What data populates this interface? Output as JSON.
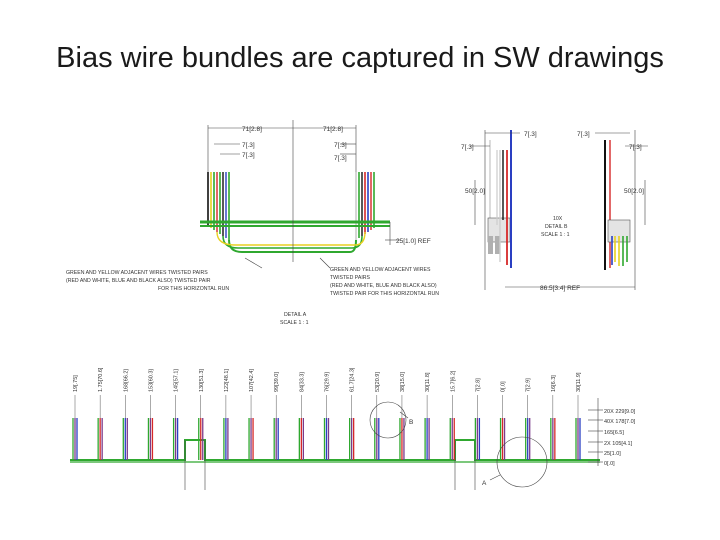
{
  "slide": {
    "title": "Bias wire bundles are captured in SW drawings"
  },
  "detail_a": {
    "top_dims": [
      "71[2.8]",
      "71[2.8]"
    ],
    "left_dims": [
      "7[.3]",
      "7[.3]"
    ],
    "center_dims": [
      "7[.3]",
      "7[.3]"
    ],
    "ref_dim": "25[1.0] REF",
    "note_left": [
      "GREEN AND YELLOW ADJACENT WIRES TWISTED PAIRS",
      "(RED AND WHITE, BLUE AND BLACK ALSO) TWISTED PAIR",
      "FOR THIS HORIZONTAL RUN"
    ],
    "note_right": [
      "GREEN AND YELLOW ADJACENT WIRES",
      "TWISTED PAIRS",
      "(RED AND WHITE, BLUE AND BLACK ALSO)",
      "TWISTED PAIR FOR THIS HORIZONTAL RUN"
    ],
    "caption": [
      "DETAIL A",
      "SCALE 1 : 1"
    ]
  },
  "detail_b": {
    "top_dims": [
      "7[.3]",
      "7[.3]"
    ],
    "side_dims": [
      "7[.3]",
      "7[.3]"
    ],
    "height_dims": [
      "50[2.0]",
      "50[2.0]"
    ],
    "caption": [
      "10X",
      "DETAIL B",
      "SCALE 1 : 1"
    ],
    "ref_dim": "86.5[3.4] REF"
  },
  "bottom_view": {
    "wire_labels": [
      "19[.75]",
      "1.75[70.6]",
      "168[66.2]",
      "153[60.3]",
      "145[57.1]",
      "130[51.3]",
      "122[48.1]",
      "107[42.4]",
      "99[39.0]",
      "84[33.3]",
      "76[29.9]",
      "61.7[24.3]",
      "53[20.9]",
      "38[15.0]",
      "30[11.8]",
      "15.7[6.2]",
      "7[2.8]",
      "0[.0]",
      "7[2.9]",
      "16[6.3]",
      "30[11.9]"
    ],
    "right_dims": [
      "20X 229[9.0]",
      "40X 178[7.0]",
      "165[6.5]",
      "2X 105[4.1]",
      "25[1.0]",
      "0[.0]"
    ],
    "callouts": [
      "B",
      "A"
    ]
  },
  "colors": {
    "green": "#2fa82f",
    "yellow": "#e8d020",
    "red": "#d62828",
    "blue": "#2a3fc2",
    "black": "#111111",
    "white_wire": "#cccccc",
    "purple": "#7a3a8a"
  }
}
